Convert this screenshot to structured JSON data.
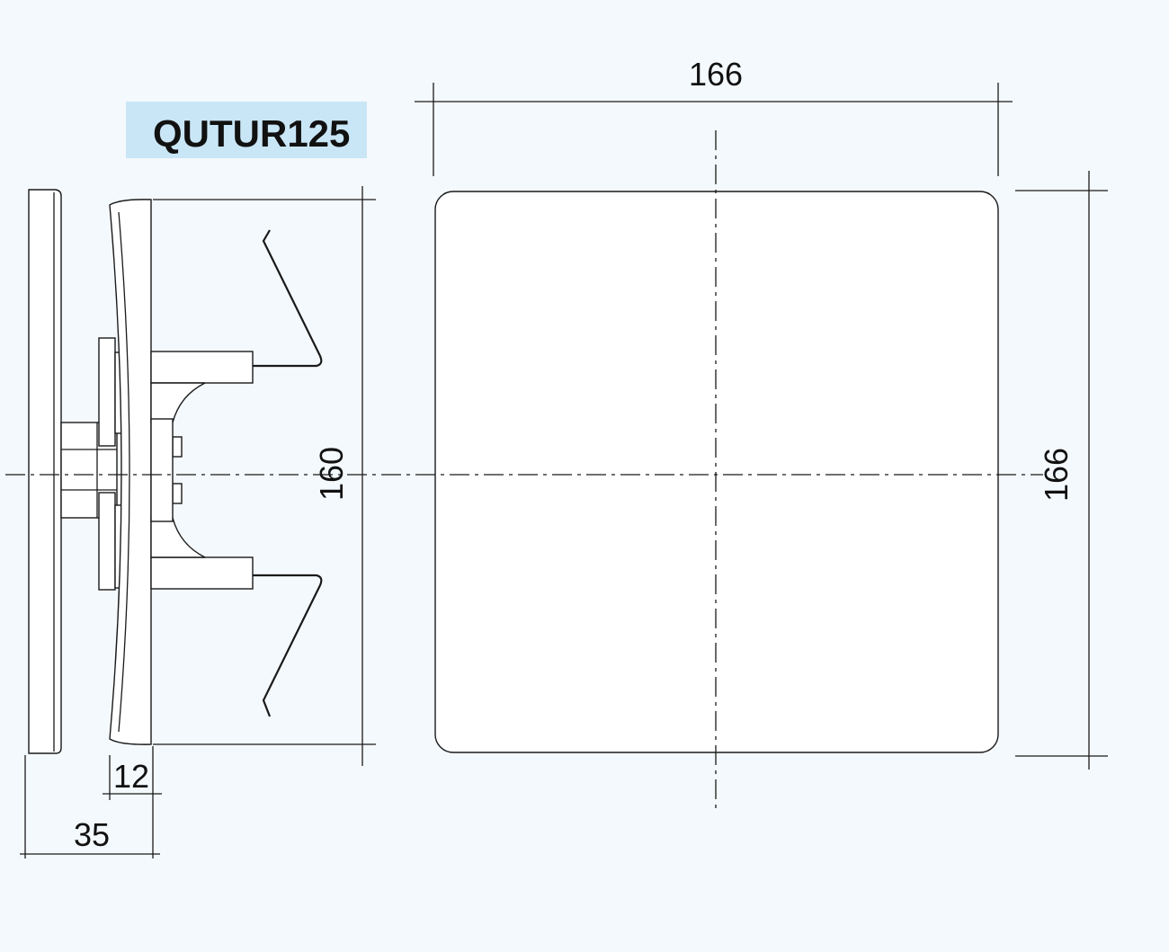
{
  "model_label": "QUTUR125",
  "dimensions": {
    "width_top": "166",
    "height_right": "166",
    "height_side": "160",
    "depth_front": "12",
    "depth_total": "35"
  },
  "colors": {
    "background": "#f4f9fd",
    "label_background": "#c9e6f6",
    "line": "#1a1a1a",
    "part_fill": "#ffffff"
  }
}
